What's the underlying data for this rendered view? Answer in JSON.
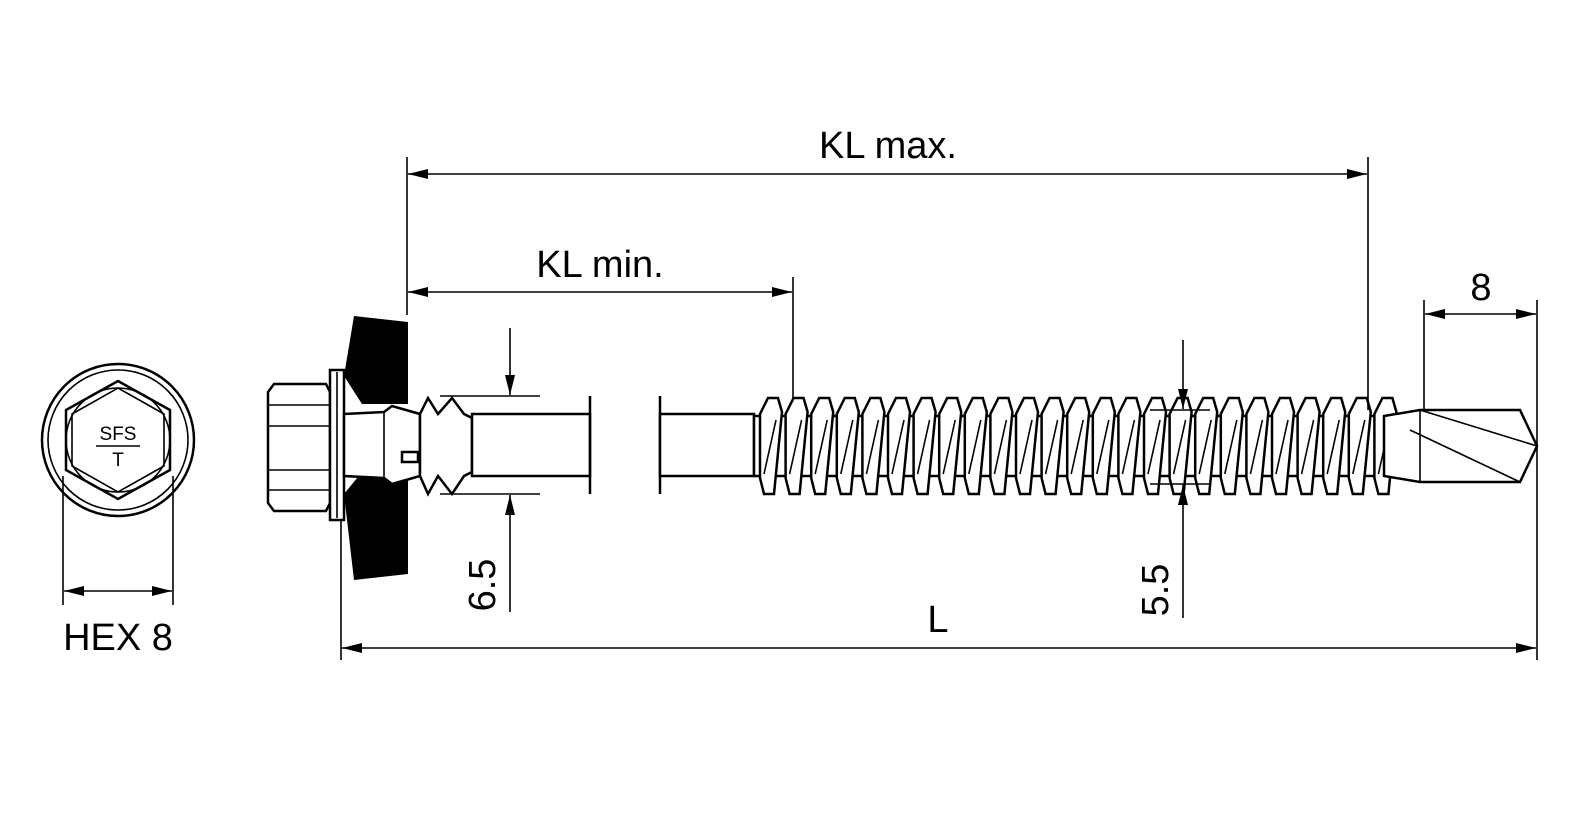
{
  "dimensions": {
    "kl_max": "KL max.",
    "kl_min": "KL min.",
    "tip_length": "8",
    "washer_diameter": "6.5",
    "thread_diameter": "5.5",
    "length": "L",
    "hex_size": "HEX 8"
  },
  "head_logo": {
    "top": "SFS",
    "bottom": "T"
  },
  "colors": {
    "ink": "#000000",
    "background": "#ffffff"
  }
}
